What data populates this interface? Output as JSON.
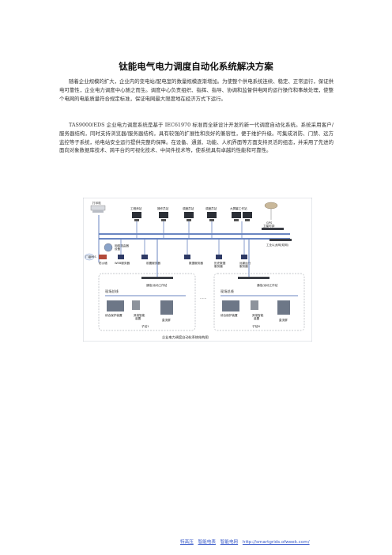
{
  "title": "钛能电气电力调度自动化系统解决方案",
  "paragraphs": [
    "随着企业规模的扩大，企业内的变电站/配电室的数量规模逐渐增加。为使整个供电系统连续、稳定、正常运行，保证供电可靠性，企业电力调度中心随之而生。调度中心负责组织、指挥、指导、协调和监督供电网的运行操作和事故处理，使整个电网的电能质量符合规定标准，保证电网最大限度地在经济方式下运行。",
    "TAS9000/EDS 企业电力调度系统是基于 IEC61970 标准而全新设计开发的新一代调度自动化系统。系统采用客户/服务器结构，同时支持浏览器/服务器结构，具有较强的扩展性和良好的兼容性，便于维护升级。可集成消防、门禁、远方监控等子系统，给电站安全运行提供完整的保障。在设备、通道、功能、人机界面等方面支持灵活的组态，并采用了先进的面向对象数据库技术、跨平台的可视化技术、中间件技术等，使系统具有卓越的性能和可靠性。"
  ],
  "diagram": {
    "printer": "打印机",
    "workstations": [
      "工程师站",
      "操作员站",
      "调度员站",
      "调度员站",
      "大屏幕工作站"
    ],
    "gps": "GPS\n卫星时钟",
    "ethernet": "工业以太网(双网)",
    "router": "网络路由器\n设备",
    "servers": [
      "WEB服务器",
      "前置服务器",
      "数据服务器",
      "历史数据\n服务器",
      "远景运行\n服务器"
    ],
    "firewall": "防火墙",
    "mis": "厂级MIS",
    "stations": [
      {
        "comm": "通信/远动工作站",
        "bus": "现场总线",
        "devices": [
          "综合保护装置",
          "其他智能\n装置",
          "直流屏"
        ],
        "name": "子站1"
      },
      {
        "comm": "通信/远动工作站",
        "bus": "现场总线",
        "devices": [
          "综合保护装置",
          "其他智能\n装置",
          "直流屏"
        ],
        "name": "子站N"
      }
    ],
    "ellipsis": "……",
    "caption": "企业电力调度自动化系统结构图"
  },
  "footer": {
    "links": [
      "特高压",
      "智能电表",
      "智能电网",
      "http://smartgrids.ofweek.com/"
    ]
  },
  "colors": {
    "link": "#3456c8",
    "bus": "#6a86c2",
    "device": "#6d7787"
  }
}
